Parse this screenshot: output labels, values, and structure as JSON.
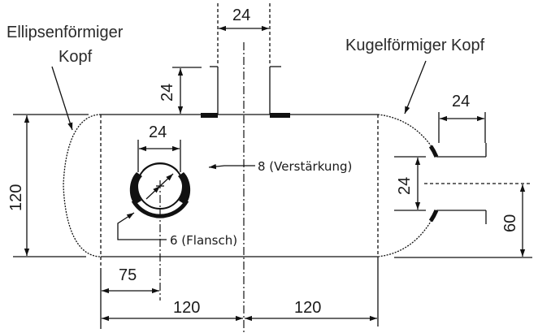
{
  "diagram": {
    "type": "technical-drawing",
    "subject": "pressure vessel with heads and nozzles",
    "labels": {
      "ellipsoidal_head": "Ellipsenförmiger\nKopf",
      "ellipsoidal_head_line1": "Ellipsenförmiger",
      "ellipsoidal_head_line2": "Kopf",
      "spherical_head": "Kugelförmiger Kopf",
      "reinforcement": "8 (Verstärkung)",
      "flange": "6 (Flansch)"
    },
    "dimensions": {
      "top_nozzle_width": "24",
      "top_nozzle_height": "24",
      "manhole_diameter": "24",
      "vessel_diameter": "120",
      "manhole_offset": "75",
      "left_length": "120",
      "right_length": "120",
      "right_nozzle_length": "24",
      "right_nozzle_diameter": "24",
      "right_nozzle_elevation": "60"
    }
  }
}
